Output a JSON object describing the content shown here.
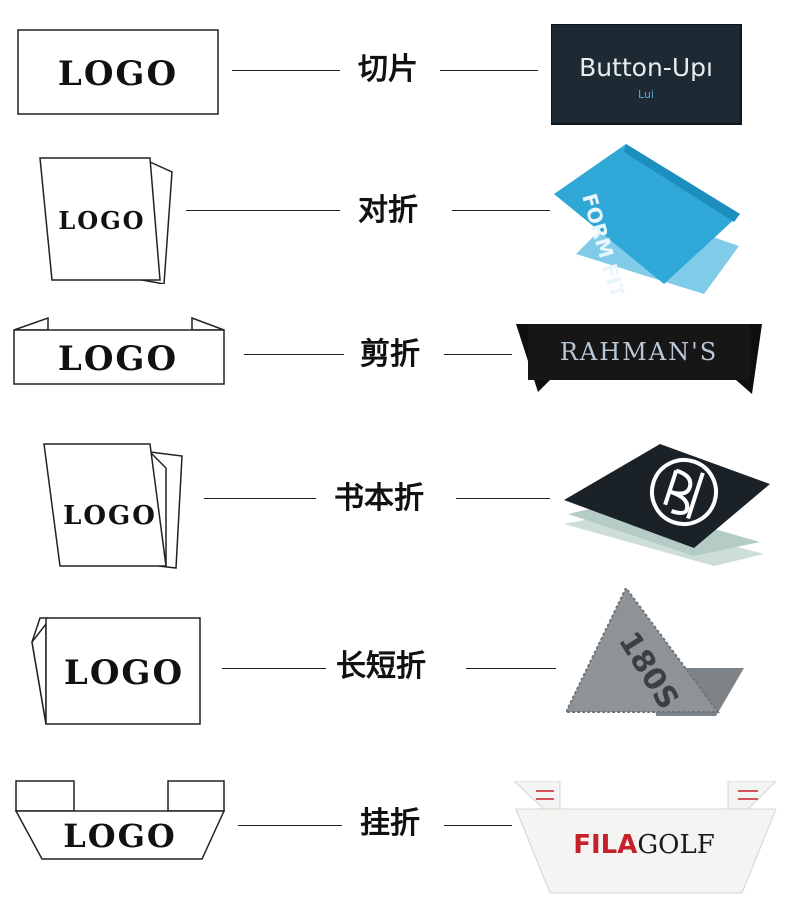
{
  "logo_placeholder": "LOGO",
  "rows": [
    {
      "fold_type": "切片",
      "sample_brand": "Button-Upı",
      "sample_sub": "Lui"
    },
    {
      "fold_type": "对折",
      "sample_brand": "FORM FIT"
    },
    {
      "fold_type": "剪折",
      "sample_brand": "RAHMAN'S"
    },
    {
      "fold_type": "书本折"
    },
    {
      "fold_type": "长短折",
      "sample_brand": "180S"
    },
    {
      "fold_type": "挂折",
      "sample_brand_red": "FILA",
      "sample_brand_dark": "GOLF"
    }
  ],
  "colors": {
    "line": "#222222",
    "label_dark": "#1d2a33",
    "label_cyan": "#2fa8d8",
    "label_black": "#161616",
    "label_grey": "#8e9397",
    "label_white": "#f4f4f2",
    "fila_red": "#c8202a"
  }
}
